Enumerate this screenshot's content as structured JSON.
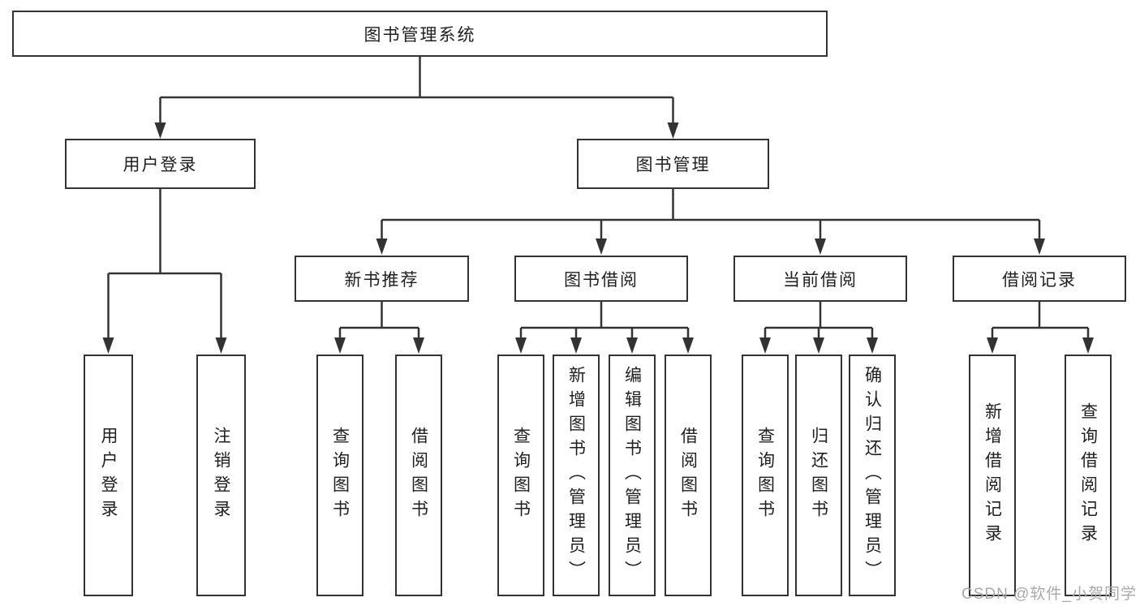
{
  "colors": {
    "line": "#333333",
    "box_border": "#333333",
    "background": "#ffffff",
    "watermark_text": "#a9a9a9"
  },
  "watermark": {
    "text": "CSDN @软件_小贺同学"
  },
  "diagram": {
    "root": {
      "label": "图书管理系统"
    },
    "branches": [
      {
        "label": "用户登录",
        "children": [
          {
            "label": "用户登录"
          },
          {
            "label": "注销登录"
          }
        ]
      },
      {
        "label": "图书管理",
        "children": [
          {
            "label": "新书推荐",
            "children": [
              {
                "label": "查询图书"
              },
              {
                "label": "借阅图书"
              }
            ]
          },
          {
            "label": "图书借阅",
            "children": [
              {
                "label": "查询图书"
              },
              {
                "label": "新增图书（管理员）"
              },
              {
                "label": "编辑图书（管理员）"
              },
              {
                "label": "借阅图书"
              }
            ]
          },
          {
            "label": "当前借阅",
            "children": [
              {
                "label": "查询图书"
              },
              {
                "label": "归还图书"
              },
              {
                "label": "确认归还（管理员）"
              }
            ]
          },
          {
            "label": "借阅记录",
            "children": [
              {
                "label": "新增借阅记录"
              },
              {
                "label": "查询借阅记录"
              }
            ]
          }
        ]
      }
    ]
  }
}
